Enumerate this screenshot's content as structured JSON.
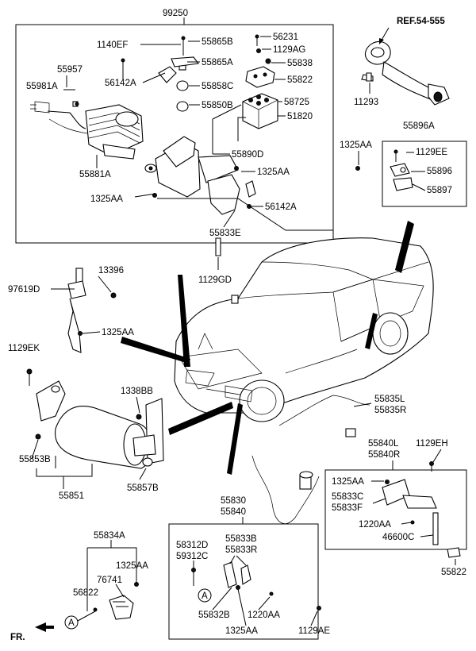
{
  "labels": {
    "ref": "REF.54-555",
    "p99250": "99250",
    "p1140EF": "1140EF",
    "p55865B": "55865B",
    "p56231": "56231",
    "p1129AG": "1129AG",
    "p55957": "55957",
    "p55865A": "55865A",
    "p55838": "55838",
    "p55981A": "55981A",
    "p56142A_1": "56142A",
    "p55858C": "55858C",
    "p55822": "55822",
    "p11293": "11293",
    "p58725": "58725",
    "p55850B": "55850B",
    "p51820": "51820",
    "p55896A": "55896A",
    "p1325AA_1": "1325AA",
    "p1129EE": "1129EE",
    "p55896": "55896",
    "p55897": "55897",
    "p55890D": "55890D",
    "p55881A": "55881A",
    "p1325AA_2": "1325AA",
    "p1325AA_3": "1325AA",
    "p56142A_2": "56142A",
    "p55833E": "55833E",
    "p1129GD": "1129GD",
    "p13396": "13396",
    "p97619D": "97619D",
    "p1325AA_4": "1325AA",
    "p1129EK": "1129EK",
    "p1338BB": "1338BB",
    "p55835L": "55835L",
    "p55835R": "55835R",
    "p55840L": "55840L",
    "p55840R": "55840R",
    "p1129EH": "1129EH",
    "p55853B": "55853B",
    "p55857B": "55857B",
    "p55851": "55851",
    "p1325AA_5": "1325AA",
    "p55833C": "55833C",
    "p55833F": "55833F",
    "p1220AA_1": "1220AA",
    "p46600C": "46600C",
    "p55830": "55830",
    "p55840": "55840",
    "p55822b": "55822",
    "p55834A": "55834A",
    "p1325AA_6": "1325AA",
    "p76741": "76741",
    "p56822": "56822",
    "p58312D": "58312D",
    "p59312C": "59312C",
    "p55833B": "55833B",
    "p55833R": "55833R",
    "p55832B": "55832B",
    "p1220AA_2": "1220AA",
    "p1325AA_7": "1325AA",
    "p1129AE": "1129AE",
    "circleA_1": "A",
    "circleA_2": "A",
    "fr": "FR."
  }
}
